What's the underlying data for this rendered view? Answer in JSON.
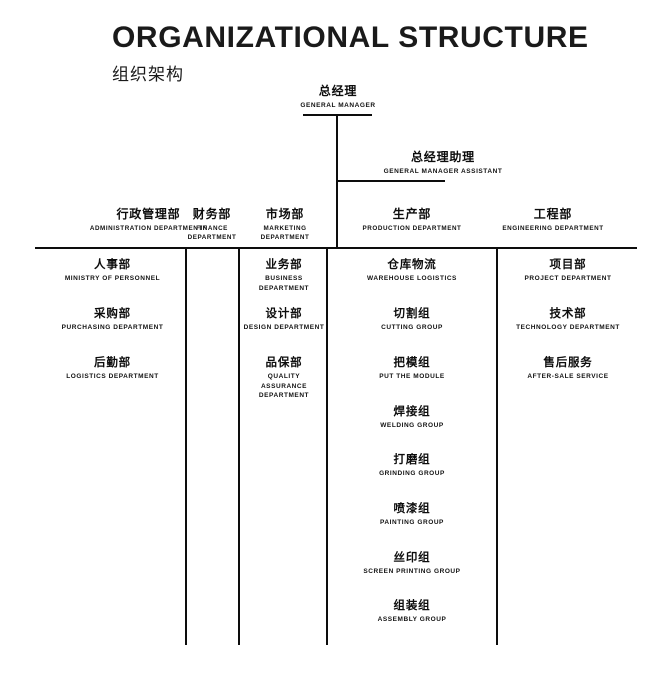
{
  "title": {
    "english": "ORGANIZATIONAL STRUCTURE",
    "chinese": "组织架构"
  },
  "colors": {
    "background": "#ffffff",
    "line": "#0d0d0d",
    "text": "#111111"
  },
  "executives": [
    {
      "cn": "总经理",
      "en": "GENERAL MANAGER"
    },
    {
      "cn": "总经理助理",
      "en": "GENERAL MANAGER ASSISTANT"
    }
  ],
  "departments": [
    {
      "cn": "行政管理部",
      "en": "ADMINISTRATION DEPARTMENTF",
      "children": [
        {
          "cn": "人事部",
          "en": "MINISTRY OF PERSONNEL"
        },
        {
          "cn": "采购部",
          "en": "PURCHASING DEPARTMENT"
        },
        {
          "cn": "后勤部",
          "en": "LOGISTICS DEPARTMENT"
        }
      ]
    },
    {
      "cn": "财务部",
      "en": "FINANCE DEPARTMENT",
      "children": []
    },
    {
      "cn": "市场部",
      "en": "MARKETING DEPARTMENT",
      "children": [
        {
          "cn": "业务部",
          "en": "BUSINESS DEPARTMENT"
        },
        {
          "cn": "设计部",
          "en": "DESIGN DEPARTMENT"
        },
        {
          "cn": "品保部",
          "en": "QUALITY ASSURANCE DEPARTMENT"
        }
      ]
    },
    {
      "cn": "生产部",
      "en": "PRODUCTION DEPARTMENT",
      "children": [
        {
          "cn": "仓库物流",
          "en": "WAREHOUSE LOGISTICS"
        },
        {
          "cn": "切割组",
          "en": "CUTTING GROUP"
        },
        {
          "cn": "把模组",
          "en": "PUT THE MODULE"
        },
        {
          "cn": "焊接组",
          "en": "WELDING GROUP"
        },
        {
          "cn": "打磨组",
          "en": "GRINDING GROUP"
        },
        {
          "cn": "喷漆组",
          "en": "PAINTING GROUP"
        },
        {
          "cn": "丝印组",
          "en": "SCREEN PRINTING GROUP"
        },
        {
          "cn": "组装组",
          "en": "ASSEMBLY GROUP"
        }
      ]
    },
    {
      "cn": "工程部",
      "en": "ENGINEERING DEPARTMENT",
      "children": [
        {
          "cn": "项目部",
          "en": "PROJECT DEPARTMENT"
        },
        {
          "cn": "技术部",
          "en": "TECHNOLOGY DEPARTMENT"
        },
        {
          "cn": "售后服务",
          "en": "AFTER-SALE SERVICE"
        }
      ]
    }
  ]
}
